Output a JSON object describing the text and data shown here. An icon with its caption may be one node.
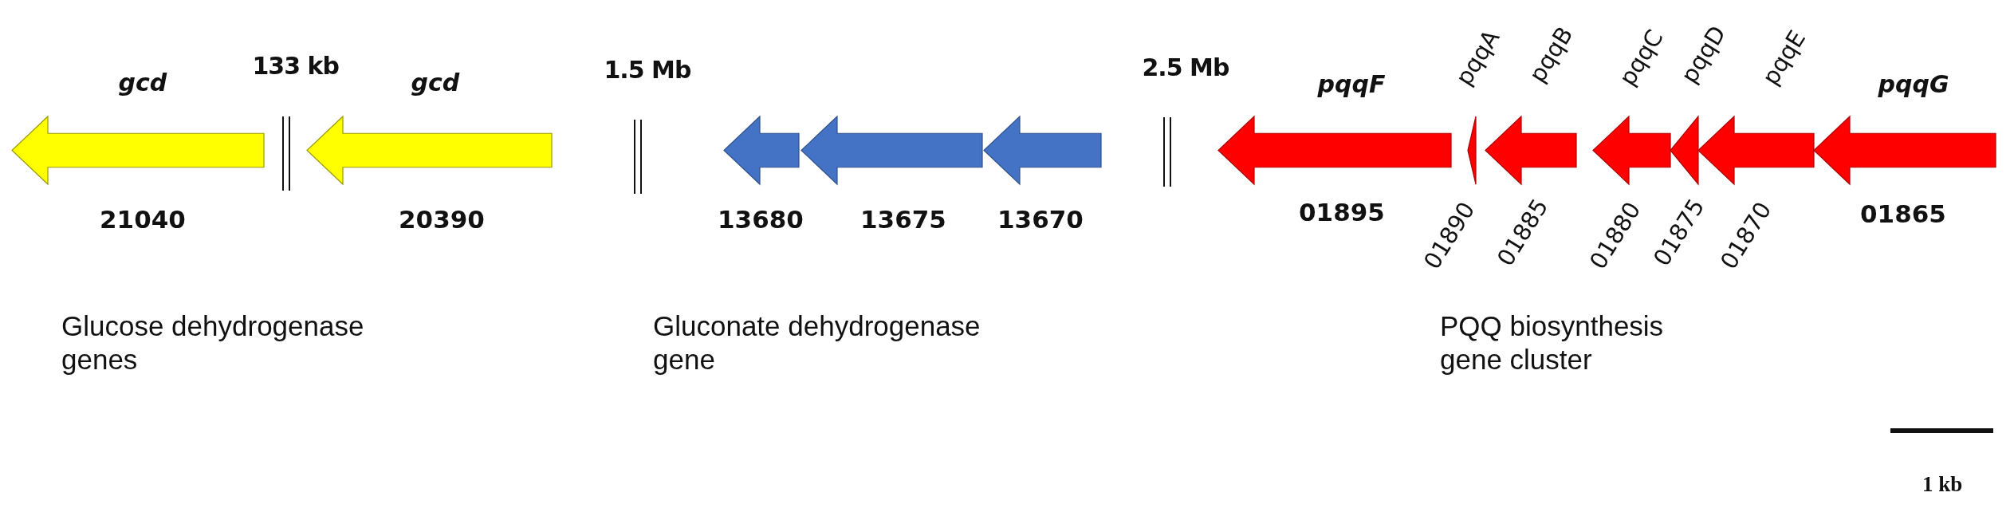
{
  "diagram": {
    "nodes": [
      {
        "text": [
          "gcd",
          "21040"
        ]
      },
      {
        "text": [
          "gcd",
          "20390"
        ]
      },
      {
        "text": [
          "13680"
        ]
      },
      {
        "text": [
          "13675"
        ]
      },
      {
        "text": [
          "13670"
        ]
      },
      {
        "text": [
          "pqqF",
          "01895"
        ]
      },
      {
        "text": [
          "pqqA",
          "01890"
        ]
      },
      {
        "text": [
          "pqqB",
          "01885"
        ]
      },
      {
        "text": [
          "pqqC",
          "01880"
        ]
      },
      {
        "text": [
          "pqqD",
          "01875"
        ]
      },
      {
        "text": [
          "pqqE",
          "01870"
        ]
      },
      {
        "text": [
          "pqqG",
          "01865"
        ]
      }
    ],
    "edges": [],
    "labels": [
      "133 kb",
      "1.5 Mb",
      "2.5 Mb",
      "Glucose dehydrogenase genes",
      "Gluconate dehydrogenase gene",
      "PQQ biosynthesis gene cluster",
      "1 kb"
    ]
  }
}
